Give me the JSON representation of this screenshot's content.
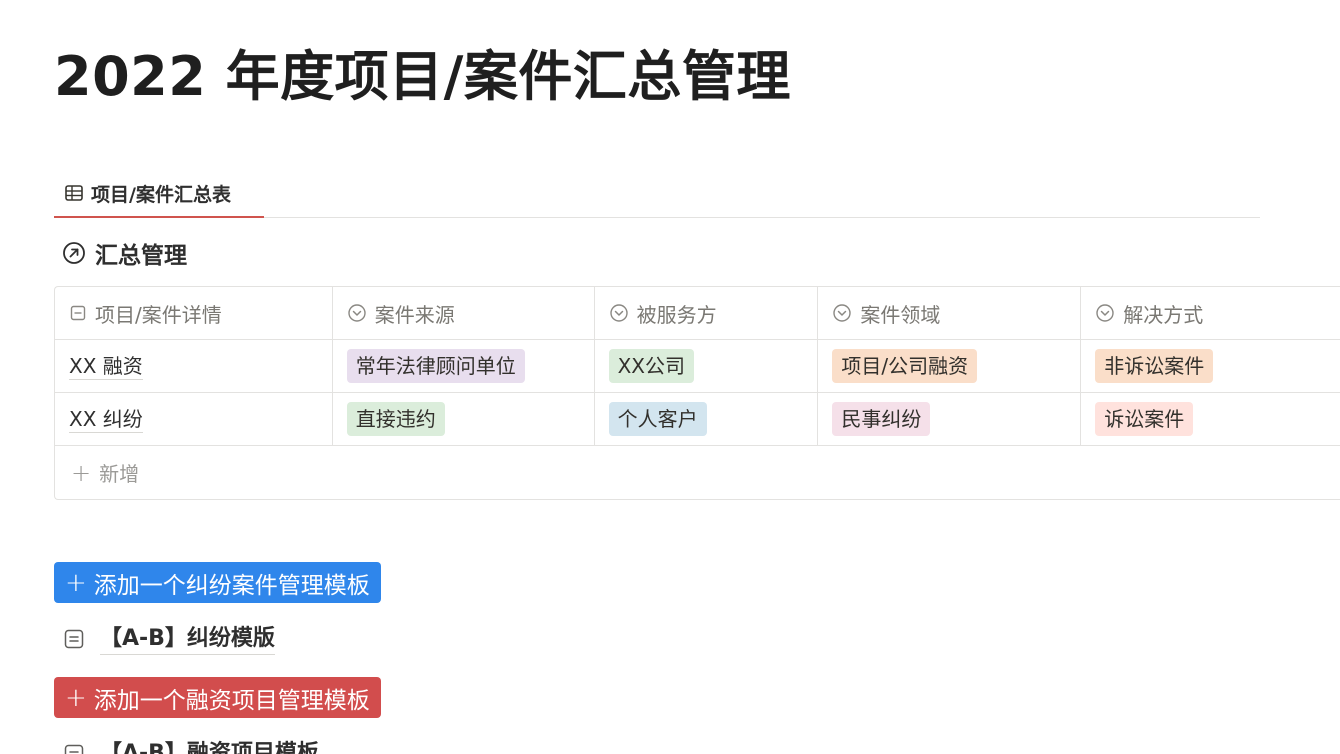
{
  "page": {
    "title": "2022 年度项目/案件汇总管理"
  },
  "view_tab": {
    "label": "项目/案件汇总表",
    "icon": "table-icon",
    "active_color": "#d0544e"
  },
  "section": {
    "title": "汇总管理",
    "icon": "arrow-up-right-circle-icon"
  },
  "table": {
    "columns": [
      {
        "label": "项目/案件详情",
        "icon": "page-icon"
      },
      {
        "label": "案件来源",
        "icon": "select-chevron-icon"
      },
      {
        "label": "被服务方",
        "icon": "select-chevron-icon"
      },
      {
        "label": "案件领域",
        "icon": "select-chevron-icon"
      },
      {
        "label": "解决方式",
        "icon": "select-chevron-icon"
      }
    ],
    "rows": [
      {
        "title": "XX 融资",
        "source": {
          "text": "常年法律顾问单位",
          "color": "#e8deee"
        },
        "client": {
          "text": "XX公司",
          "color": "#dbeddb"
        },
        "field": {
          "text": "项目/公司融资",
          "color": "#fadec9"
        },
        "method": {
          "text": "非诉讼案件",
          "color": "#fadec9"
        }
      },
      {
        "title": "XX 纠纷",
        "source": {
          "text": "直接违约",
          "color": "#dbeddb"
        },
        "client": {
          "text": "个人客户",
          "color": "#d3e5ef"
        },
        "field": {
          "text": "民事纠纷",
          "color": "#f5e0e9"
        },
        "method": {
          "text": "诉讼案件",
          "color": "#ffe2dd"
        }
      }
    ],
    "new_label": "新增"
  },
  "templates": [
    {
      "button_label": "添加一个纠纷案件管理模板",
      "button_color": "#2f86eb",
      "link_label": "【A-B】纠纷模版"
    },
    {
      "button_label": "添加一个融资项目管理模板",
      "button_color": "#d24d4d",
      "link_label": "【A-B】融资项目模板"
    }
  ]
}
